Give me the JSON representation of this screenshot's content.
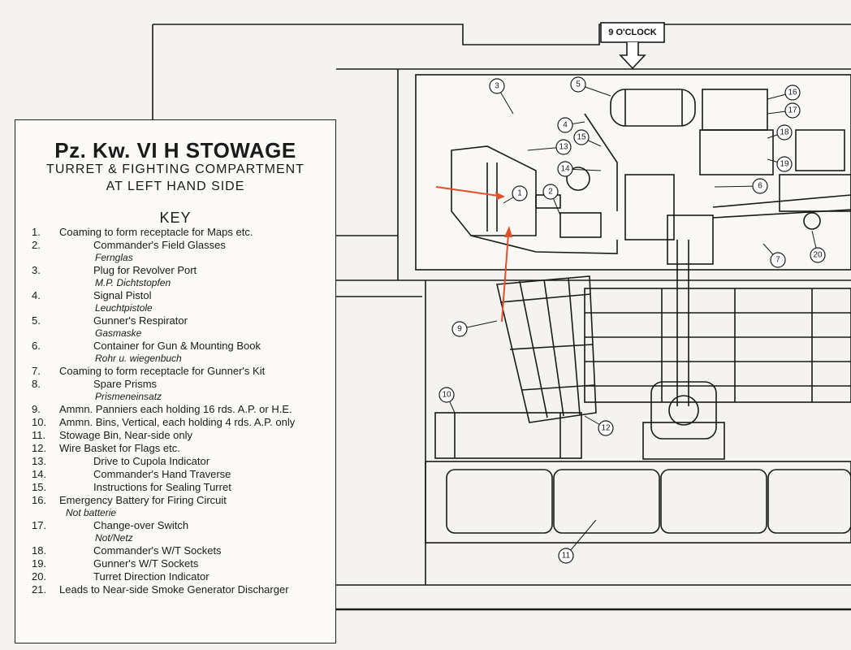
{
  "title": "Pz. Kw. VI H  STOWAGE",
  "subtitle_line1": "TURRET & FIGHTING COMPARTMENT",
  "subtitle_line2": "AT LEFT HAND SIDE",
  "key_heading": "KEY",
  "clock_label": "9 O'CLOCK",
  "colors": {
    "arrow": "#e0502b",
    "ink": "#1a1a1a",
    "paper": "#f4f3ef"
  },
  "key_items": [
    {
      "num": "1.",
      "text": "Coaming to form receptacle for Maps etc.",
      "indent": 0,
      "sub": ""
    },
    {
      "num": "2.",
      "text": "Commander's Field Glasses",
      "indent": 1,
      "sub": "Fernglas"
    },
    {
      "num": "3.",
      "text": "Plug for Revolver Port",
      "indent": 1,
      "sub": "M.P. Dichtstopfen"
    },
    {
      "num": "4.",
      "text": "Signal Pistol",
      "indent": 1,
      "sub": "Leuchtpistole"
    },
    {
      "num": "5.",
      "text": "Gunner's Respirator",
      "indent": 1,
      "sub": "Gasmaske"
    },
    {
      "num": "6.",
      "text": "Container for Gun & Mounting Book",
      "indent": 1,
      "sub": "Rohr u. wiegenbuch"
    },
    {
      "num": "7.",
      "text": "Coaming to form receptacle for Gunner's Kit",
      "indent": 0,
      "sub": ""
    },
    {
      "num": "8.",
      "text": "Spare Prisms",
      "indent": 1,
      "sub": "Prismeneinsatz"
    },
    {
      "num": "9.",
      "text": "Ammn. Panniers each holding 16 rds. A.P. or H.E.",
      "indent": 0,
      "sub": ""
    },
    {
      "num": "10.",
      "text": "Ammn. Bins, Vertical, each holding 4 rds. A.P. only",
      "indent": 0,
      "sub": ""
    },
    {
      "num": "11.",
      "text": "Stowage Bin, Near-side only",
      "indent": 0,
      "sub": ""
    },
    {
      "num": "12.",
      "text": "Wire Basket for Flags etc.",
      "indent": 0,
      "sub": ""
    },
    {
      "num": "13.",
      "text": "Drive to Cupola Indicator",
      "indent": 1,
      "sub": ""
    },
    {
      "num": "14.",
      "text": "Commander's Hand Traverse",
      "indent": 1,
      "sub": ""
    },
    {
      "num": "15.",
      "text": "Instructions for Sealing Turret",
      "indent": 1,
      "sub": ""
    },
    {
      "num": "16.",
      "text": "Emergency Battery for Firing Circuit",
      "indent": 0,
      "sub": "Not batterie"
    },
    {
      "num": "17.",
      "text": "Change-over Switch",
      "indent": 1,
      "sub": "Not/Netz"
    },
    {
      "num": "18.",
      "text": "Commander's W/T Sockets",
      "indent": 1,
      "sub": ""
    },
    {
      "num": "19.",
      "text": "Gunner's W/T Sockets",
      "indent": 1,
      "sub": ""
    },
    {
      "num": "20.",
      "text": "Turret Direction Indicator",
      "indent": 1,
      "sub": ""
    },
    {
      "num": "21.",
      "text": "Leads to Near-side Smoke Generator Discharger",
      "indent": 0,
      "sub": ""
    }
  ],
  "callouts": [
    "1",
    "2",
    "3",
    "4",
    "5",
    "6",
    "7",
    "9",
    "10",
    "11",
    "12",
    "13",
    "14",
    "15",
    "16",
    "17",
    "18",
    "19",
    "20"
  ]
}
